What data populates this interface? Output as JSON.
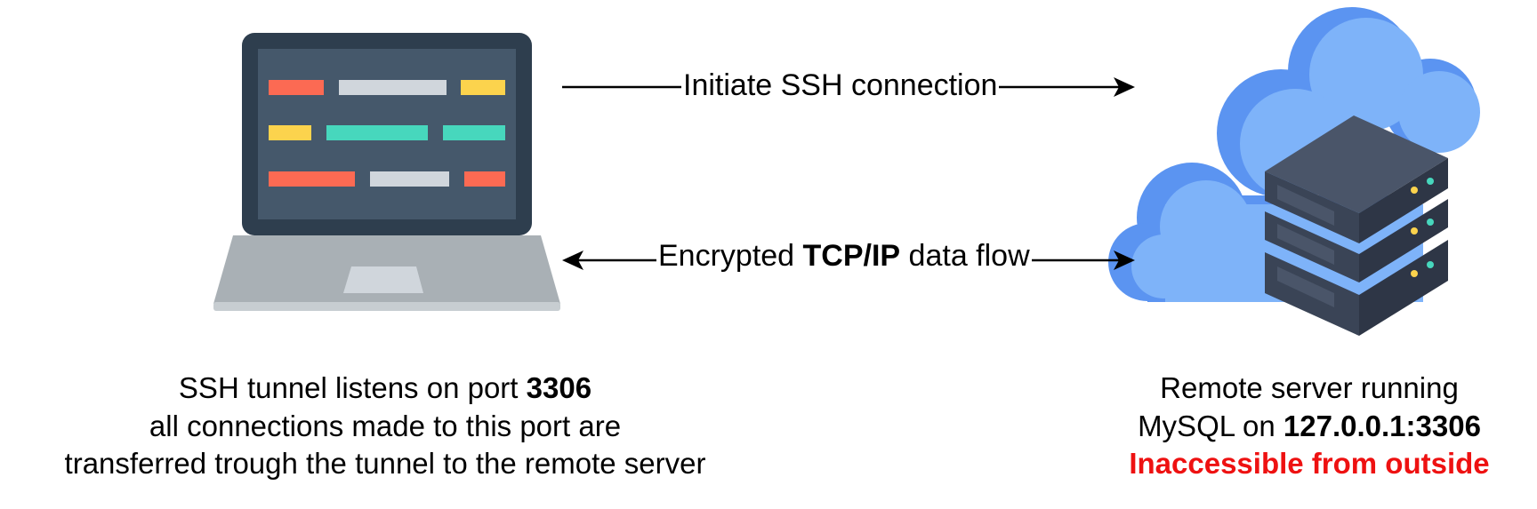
{
  "arrows": {
    "top_label": "Initiate SSH connection",
    "bottom_label_pre": "Encrypted ",
    "bottom_label_bold": "TCP/IP",
    "bottom_label_post": " data flow"
  },
  "laptop_caption": {
    "line1_pre": "SSH tunnel listens on port ",
    "line1_bold": "3306",
    "line2": "all connections made to this port are",
    "line3": "transferred trough the tunnel to the remote server"
  },
  "server_caption": {
    "line1": "Remote server running",
    "line2_pre": "MySQL on ",
    "line2_bold": "127.0.0.1:3306",
    "line3": "Inaccessible from outside"
  },
  "colors": {
    "laptop_frame": "#2e3e4e",
    "laptop_screen": "#45586b",
    "laptop_base": "#a9b0b5",
    "code_red": "#fc6a53",
    "code_gray": "#d0d6dc",
    "code_yellow": "#fcd34d",
    "code_teal": "#47d7bd",
    "cloud_light": "#7eb3f9",
    "cloud_dark": "#5b94f1",
    "server_dark": "#3a4456",
    "server_mid": "#4a5569",
    "warning_red": "#ee1111"
  },
  "icons": [
    "laptop-icon",
    "cloud-server-icon",
    "arrow-right-icon",
    "arrow-bidirectional-icon"
  ]
}
